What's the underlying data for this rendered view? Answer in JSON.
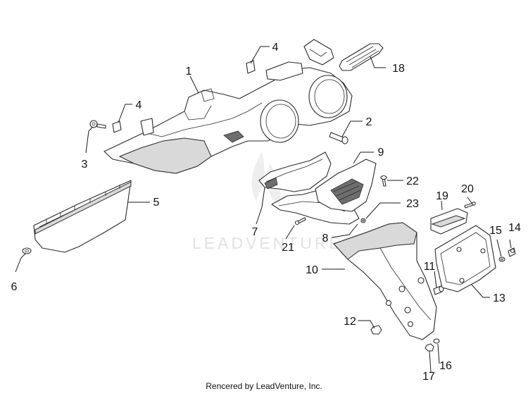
{
  "watermark": {
    "text": "LEADVENTURE"
  },
  "footer": {
    "text": "Rencered by LeadVenture, Inc."
  },
  "callouts": {
    "c1": "1",
    "c2": "2",
    "c3": "3",
    "c4a": "4",
    "c4b": "4",
    "c5": "5",
    "c6": "6",
    "c7": "7",
    "c8": "8",
    "c9": "9",
    "c10": "10",
    "c11": "11",
    "c12": "12",
    "c13": "13",
    "c14": "14",
    "c15": "15",
    "c16": "16",
    "c17": "17",
    "c18": "18",
    "c19": "19",
    "c20": "20",
    "c21": "21",
    "c22": "22",
    "c23": "23"
  }
}
